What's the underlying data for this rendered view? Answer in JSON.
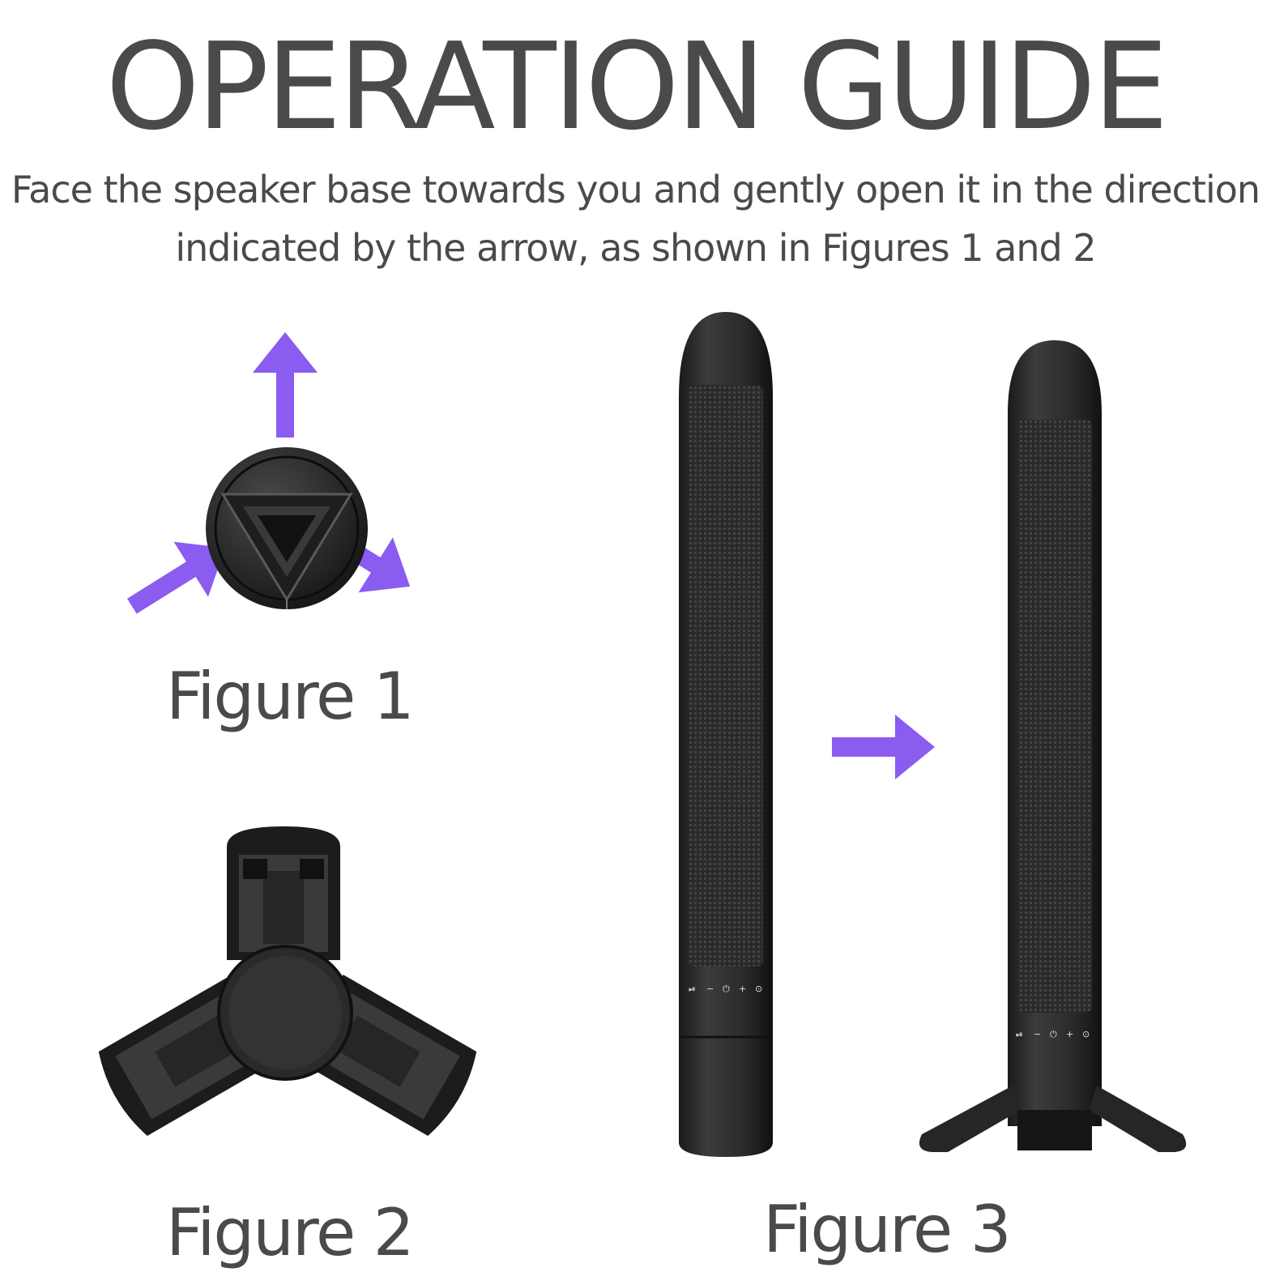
{
  "title": "OPERATION GUIDE",
  "instructions": {
    "line1": "Face the speaker base towards you and gently open it in the direction",
    "line2": "indicated by the arrow, as shown in Figures 1 and 2"
  },
  "figures": {
    "figure1": "Figure 1",
    "figure2": "Figure 2",
    "figure3": "Figure 3"
  },
  "colors": {
    "accent_arrow": "#8a5cf0",
    "text": "#4a4a4a",
    "speaker_body": "#2b2b2b"
  },
  "icons": {
    "arrow": "arrow-icon",
    "control_buttons": [
      "play-pause-icon",
      "volume-down-icon",
      "power-icon",
      "volume-up-icon",
      "mode-icon"
    ]
  }
}
